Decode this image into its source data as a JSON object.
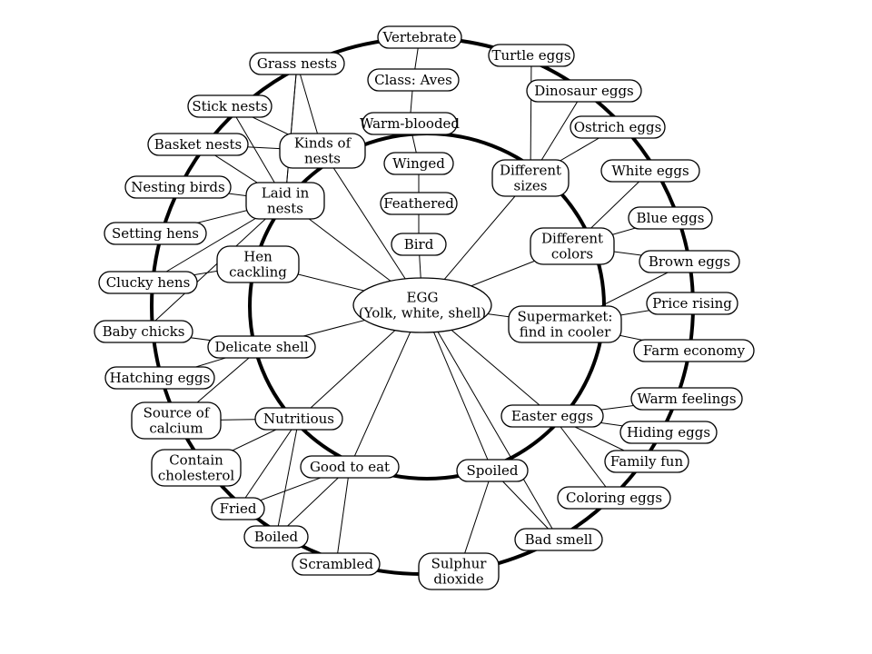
{
  "diagram": {
    "center": "EGG",
    "nodes": [
      {
        "id": "egg",
        "lines": [
          "EGG",
          "(Yolk, white, shell)"
        ],
        "shape": "ellipse"
      },
      {
        "id": "vertebrate",
        "lines": [
          "Vertebrate"
        ]
      },
      {
        "id": "class-aves",
        "lines": [
          "Class: Aves"
        ]
      },
      {
        "id": "warm-blooded",
        "lines": [
          "Warm-blooded"
        ]
      },
      {
        "id": "winged",
        "lines": [
          "Winged"
        ]
      },
      {
        "id": "feathered",
        "lines": [
          "Feathered"
        ]
      },
      {
        "id": "bird",
        "lines": [
          "Bird"
        ]
      },
      {
        "id": "grass-nests",
        "lines": [
          "Grass nests"
        ]
      },
      {
        "id": "stick-nests",
        "lines": [
          "Stick nests"
        ]
      },
      {
        "id": "basket-nests",
        "lines": [
          "Basket nests"
        ]
      },
      {
        "id": "kinds-of-nests",
        "lines": [
          "Kinds of",
          "nests"
        ]
      },
      {
        "id": "nesting-birds",
        "lines": [
          "Nesting birds"
        ]
      },
      {
        "id": "laid-in-nests",
        "lines": [
          "Laid in",
          "nests"
        ]
      },
      {
        "id": "setting-hens",
        "lines": [
          "Setting hens"
        ]
      },
      {
        "id": "clucky-hens",
        "lines": [
          "Clucky hens"
        ]
      },
      {
        "id": "hen-cackling",
        "lines": [
          "Hen",
          "cackling"
        ]
      },
      {
        "id": "baby-chicks",
        "lines": [
          "Baby chicks"
        ]
      },
      {
        "id": "delicate-shell",
        "lines": [
          "Delicate shell"
        ]
      },
      {
        "id": "hatching-eggs",
        "lines": [
          "Hatching eggs"
        ]
      },
      {
        "id": "source-of-calcium",
        "lines": [
          "Source of",
          "calcium"
        ]
      },
      {
        "id": "nutritious",
        "lines": [
          "Nutritious"
        ]
      },
      {
        "id": "contain-cholesterol",
        "lines": [
          "Contain",
          "cholesterol"
        ]
      },
      {
        "id": "fried",
        "lines": [
          "Fried"
        ]
      },
      {
        "id": "boiled",
        "lines": [
          "Boiled"
        ]
      },
      {
        "id": "scrambled",
        "lines": [
          "Scrambled"
        ]
      },
      {
        "id": "good-to-eat",
        "lines": [
          "Good to eat"
        ]
      },
      {
        "id": "sulphur-dioxide",
        "lines": [
          "Sulphur",
          "dioxide"
        ]
      },
      {
        "id": "spoiled",
        "lines": [
          "Spoiled"
        ]
      },
      {
        "id": "bad-smell",
        "lines": [
          "Bad smell"
        ]
      },
      {
        "id": "turtle-eggs",
        "lines": [
          "Turtle eggs"
        ]
      },
      {
        "id": "dinosaur-eggs",
        "lines": [
          "Dinosaur eggs"
        ]
      },
      {
        "id": "ostrich-eggs",
        "lines": [
          "Ostrich eggs"
        ]
      },
      {
        "id": "different-sizes",
        "lines": [
          "Different",
          "sizes"
        ]
      },
      {
        "id": "white-eggs",
        "lines": [
          "White eggs"
        ]
      },
      {
        "id": "different-colors",
        "lines": [
          "Different",
          "colors"
        ]
      },
      {
        "id": "blue-eggs",
        "lines": [
          "Blue eggs"
        ]
      },
      {
        "id": "brown-eggs",
        "lines": [
          "Brown eggs"
        ]
      },
      {
        "id": "price-rising",
        "lines": [
          "Price rising"
        ]
      },
      {
        "id": "supermarket",
        "lines": [
          "Supermarket:",
          "find in cooler"
        ]
      },
      {
        "id": "farm-economy",
        "lines": [
          "Farm economy"
        ]
      },
      {
        "id": "easter-eggs",
        "lines": [
          "Easter eggs"
        ]
      },
      {
        "id": "warm-feelings",
        "lines": [
          "Warm feelings"
        ]
      },
      {
        "id": "hiding-eggs",
        "lines": [
          "Hiding eggs"
        ]
      },
      {
        "id": "family-fun",
        "lines": [
          "Family fun"
        ]
      },
      {
        "id": "coloring-eggs",
        "lines": [
          "Coloring eggs"
        ]
      }
    ],
    "edges": [
      [
        "vertebrate",
        "class-aves"
      ],
      [
        "class-aves",
        "warm-blooded"
      ],
      [
        "warm-blooded",
        "winged"
      ],
      [
        "winged",
        "feathered"
      ],
      [
        "feathered",
        "bird"
      ],
      [
        "bird",
        "egg"
      ],
      [
        "grass-nests",
        "kinds-of-nests"
      ],
      [
        "stick-nests",
        "kinds-of-nests"
      ],
      [
        "basket-nests",
        "kinds-of-nests"
      ],
      [
        "kinds-of-nests",
        "egg"
      ],
      [
        "nesting-birds",
        "laid-in-nests"
      ],
      [
        "setting-hens",
        "laid-in-nests"
      ],
      [
        "clucky-hens",
        "laid-in-nests"
      ],
      [
        "baby-chicks",
        "laid-in-nests"
      ],
      [
        "grass-nests",
        "laid-in-nests"
      ],
      [
        "stick-nests",
        "laid-in-nests"
      ],
      [
        "basket-nests",
        "laid-in-nests"
      ],
      [
        "laid-in-nests",
        "egg"
      ],
      [
        "hen-cackling",
        "egg"
      ],
      [
        "clucky-hens",
        "hen-cackling"
      ],
      [
        "delicate-shell",
        "egg"
      ],
      [
        "baby-chicks",
        "delicate-shell"
      ],
      [
        "hatching-eggs",
        "delicate-shell"
      ],
      [
        "source-of-calcium",
        "delicate-shell"
      ],
      [
        "nutritious",
        "egg"
      ],
      [
        "source-of-calcium",
        "nutritious"
      ],
      [
        "contain-cholesterol",
        "nutritious"
      ],
      [
        "fried",
        "nutritious"
      ],
      [
        "boiled",
        "nutritious"
      ],
      [
        "good-to-eat",
        "egg"
      ],
      [
        "fried",
        "good-to-eat"
      ],
      [
        "boiled",
        "good-to-eat"
      ],
      [
        "scrambled",
        "good-to-eat"
      ],
      [
        "spoiled",
        "egg"
      ],
      [
        "sulphur-dioxide",
        "spoiled"
      ],
      [
        "bad-smell",
        "spoiled"
      ],
      [
        "bad-smell",
        "egg"
      ],
      [
        "different-sizes",
        "egg"
      ],
      [
        "turtle-eggs",
        "different-sizes"
      ],
      [
        "dinosaur-eggs",
        "different-sizes"
      ],
      [
        "ostrich-eggs",
        "different-sizes"
      ],
      [
        "different-colors",
        "egg"
      ],
      [
        "white-eggs",
        "different-colors"
      ],
      [
        "blue-eggs",
        "different-colors"
      ],
      [
        "brown-eggs",
        "different-colors"
      ],
      [
        "supermarket",
        "egg"
      ],
      [
        "price-rising",
        "supermarket"
      ],
      [
        "farm-economy",
        "supermarket"
      ],
      [
        "brown-eggs",
        "supermarket"
      ],
      [
        "easter-eggs",
        "egg"
      ],
      [
        "warm-feelings",
        "easter-eggs"
      ],
      [
        "hiding-eggs",
        "easter-eggs"
      ],
      [
        "family-fun",
        "easter-eggs"
      ],
      [
        "coloring-eggs",
        "easter-eggs"
      ],
      [
        "grass-nests",
        "laid-in-nests"
      ]
    ]
  }
}
